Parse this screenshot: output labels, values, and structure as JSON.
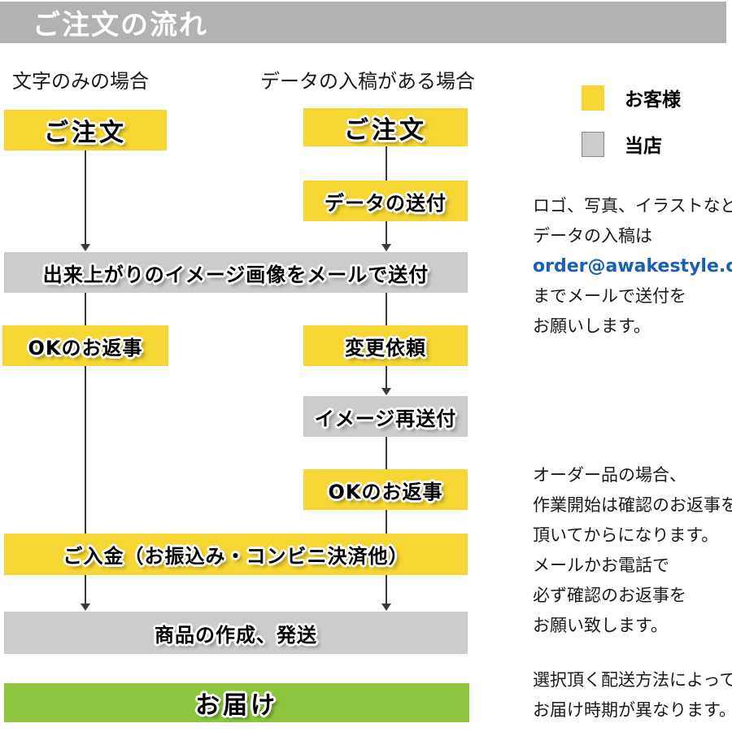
{
  "header": {
    "title": "ご注文の流れ"
  },
  "columns": {
    "text_only": "文字のみの場合",
    "with_data": "データの入稿がある場合"
  },
  "legend": {
    "customer": {
      "label": "お客様",
      "color": "#f5d633"
    },
    "shop": {
      "label": "当店",
      "color": "#cccccc"
    }
  },
  "flow": {
    "order_left": "ご注文",
    "order_right": "ご注文",
    "data_send": "データの送付",
    "image_mail": "出来上がりのイメージ画像をメールで送付",
    "ok_left": "OKのお返事",
    "change_request": "変更依頼",
    "image_resend": "イメージ再送付",
    "ok_right": "OKのお返事",
    "payment": "ご入金（お振込み・コンビニ決済他）",
    "production": "商品の作成、発送",
    "delivery": "お届け"
  },
  "notes": {
    "data_submission": {
      "lines": [
        "ロゴ、写真、イラストなど",
        "データの入稿は",
        "order@awakestyle.com",
        "までメールで送付を",
        "お願いします。"
      ]
    },
    "confirmation": {
      "lines": [
        "オーダー品の場合、",
        "作業開始は確認のお返事を",
        "頂いてからになります。",
        "メールかお電話で",
        "必ず確認のお返事を",
        "お願い致します。"
      ]
    },
    "delivery_time": {
      "lines": [
        "選択頂く配送方法によって",
        "お届け時期が異なります。"
      ]
    }
  },
  "colors": {
    "customer_yellow": "#f5d633",
    "shop_gray": "#cccccc",
    "header_gray": "#b2b2b2",
    "delivery_green": "#8dc53e",
    "link_blue": "#1a5fb0",
    "line_dark": "#3a3a3a"
  }
}
